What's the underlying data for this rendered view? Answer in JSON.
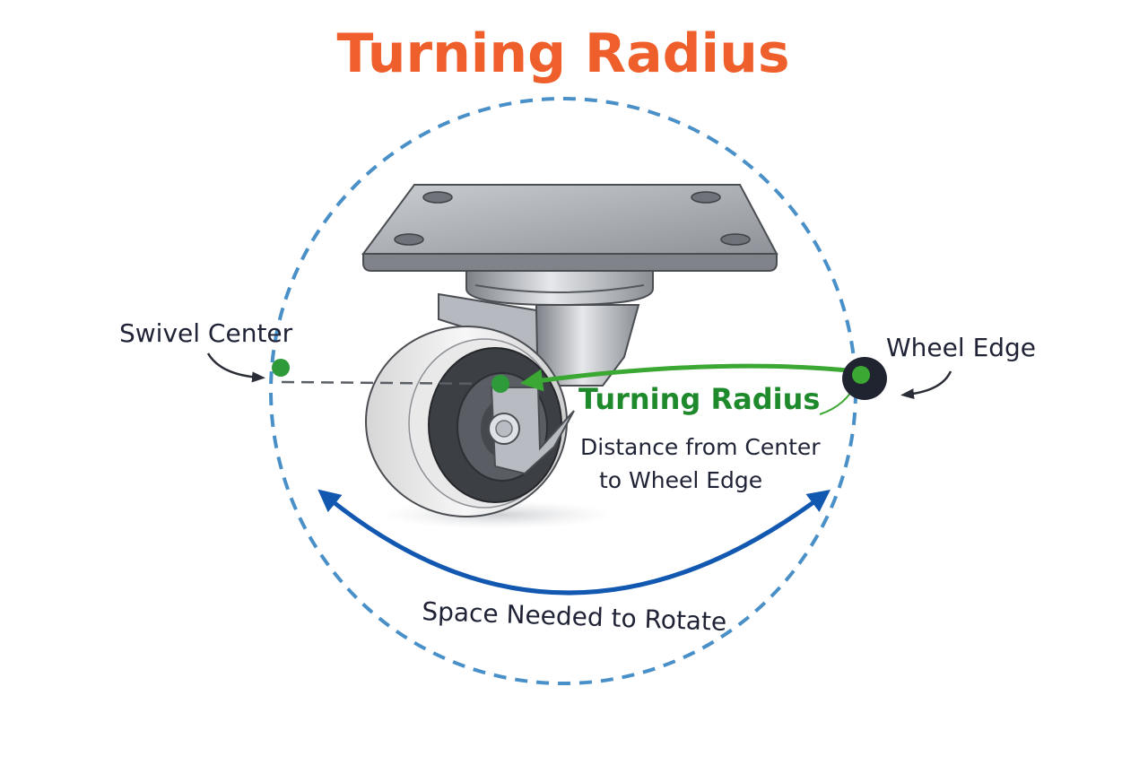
{
  "title": "Turning Radius",
  "labels": {
    "swivel_center": "Swivel Center",
    "wheel_edge": "Wheel Edge",
    "turning_radius": "Turning Radius",
    "description_line1": "Distance from Center",
    "description_line2": "to Wheel Edge",
    "rotation_space": "Space Needed to Rotate"
  },
  "colors": {
    "title": "#ef5f2b",
    "circle": "#4a90c8",
    "radius": "#3aa832",
    "radius_text": "#1e8a2c",
    "arc": "#1257b0",
    "text": "#1f2335",
    "metal": "#a9adb3",
    "wheel_white": "#eeeeee",
    "wheel_dark": "#3c3f44"
  },
  "icons": {
    "caster": "caster-wheel-icon",
    "swivel_point": "swivel-center-dot-icon",
    "edge_point": "wheel-edge-dot-icon",
    "rotation_arrow": "double-headed-arc-arrow-icon"
  }
}
